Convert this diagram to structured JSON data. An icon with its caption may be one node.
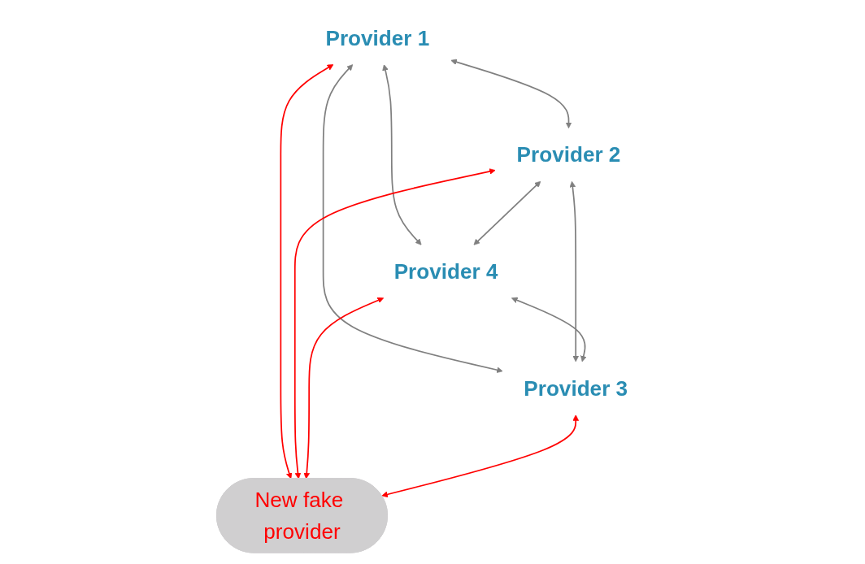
{
  "diagram": {
    "nodes": [
      {
        "text": [
          "Provider 1"
        ]
      },
      {
        "text": [
          "Provider 2"
        ]
      },
      {
        "text": [
          "Provider 4"
        ]
      },
      {
        "text": [
          "Provider 3"
        ]
      },
      {
        "text": [
          "New fake provider"
        ]
      }
    ],
    "edges": [
      {
        "from": 0,
        "to": 1,
        "arrow": "both"
      },
      {
        "from": 0,
        "to": 2,
        "arrow": "both"
      },
      {
        "from": 1,
        "to": 2,
        "arrow": "both"
      },
      {
        "from": 0,
        "to": 3,
        "arrow": "both"
      },
      {
        "from": 1,
        "to": 3,
        "arrow": "both"
      },
      {
        "from": 2,
        "to": 3,
        "arrow": "both"
      },
      {
        "from": 0,
        "to": 4,
        "arrow": "both",
        "color": "#ff0000"
      },
      {
        "from": 1,
        "to": 4,
        "arrow": "both",
        "color": "#ff0000"
      },
      {
        "from": 2,
        "to": 4,
        "arrow": "both",
        "color": "#ff0000"
      },
      {
        "from": 3,
        "to": 4,
        "arrow": "both",
        "color": "#ff0000"
      }
    ]
  }
}
